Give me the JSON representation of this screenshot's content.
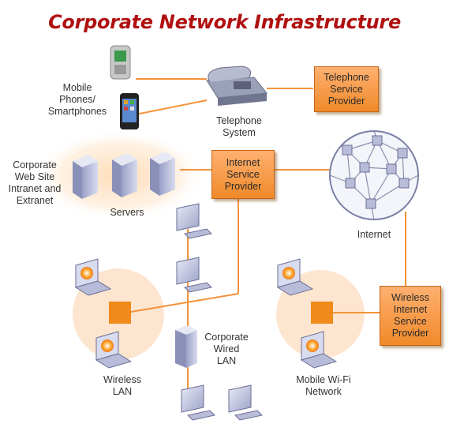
{
  "title": "Corporate Network Infrastructure",
  "nodes": {
    "telephone_provider": [
      "Telephone",
      "Service",
      "Provider"
    ],
    "internet_provider": [
      "Internet",
      "Service",
      "Provider"
    ],
    "wireless_provider": [
      "Wireless",
      "Internet",
      "Service",
      "Provider"
    ]
  },
  "labels": {
    "mobile": [
      "Mobile",
      "Phones/",
      "Smartphones"
    ],
    "telephone_system": [
      "Telephone",
      "System"
    ],
    "corporate_web": [
      "Corporate",
      "Web Site",
      "Intranet and",
      "Extranet"
    ],
    "servers": "Servers",
    "internet": "Internet",
    "wired_lan": [
      "Corporate",
      "Wired",
      "LAN"
    ],
    "wireless_lan": [
      "Wireless",
      "LAN"
    ],
    "mobile_wifi": [
      "Mobile Wi-Fi",
      "Network"
    ]
  },
  "colors": {
    "title": "#b01010",
    "accent": "#f08a2a",
    "line": "#f5923a"
  }
}
